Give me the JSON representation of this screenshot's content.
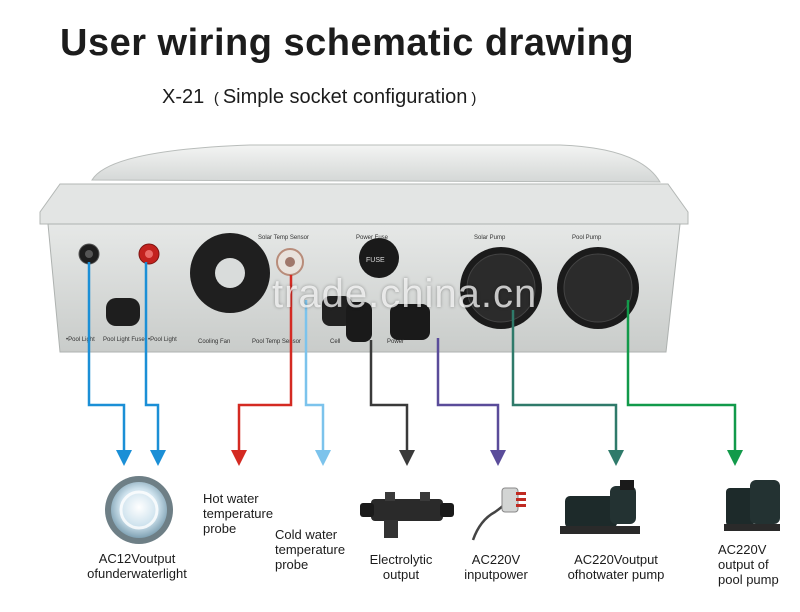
{
  "title": "User wiring schematic drawing",
  "subtitle": {
    "model": "X-21",
    "open_paren": "(",
    "text": "Simple socket configuration",
    "close_paren": ")"
  },
  "panel_labels": {
    "solar_temp_sensor": "Solar Temp Sensor",
    "power_fuse": "Power Fuse",
    "solar_pump": "Solar Pump",
    "pool_pump": "Pool Pump",
    "pool_light_1": "•Pool Light",
    "pool_light_fuse": "Pool Light Fuse",
    "pool_light_2": "•Pool Light",
    "cooling_fan": "Cooling Fan",
    "pool_temp_sensor": "Pool Temp Sensor",
    "cell": "Cell",
    "power": "Power",
    "fuse": "FUSE"
  },
  "watermark": "trade.china.cn",
  "captions": {
    "underwater_light": [
      "AC12Voutput",
      "ofunderwaterlight"
    ],
    "hot_water_probe": [
      "Hot water",
      "temperature",
      "probe"
    ],
    "cold_water_probe": [
      "Cold water",
      "temperature",
      "probe"
    ],
    "electrolytic": [
      "Electrolytic",
      "output"
    ],
    "input_power": [
      "AC220V",
      "inputpower"
    ],
    "hot_water_pump": [
      "AC220Voutput",
      "ofhotwater pump"
    ],
    "pool_pump": [
      "AC220V",
      "output of",
      "pool pump"
    ]
  },
  "wire_colors": {
    "blue": "#1b8fd6",
    "red": "#d42a22",
    "light_blue": "#7cc3ec",
    "dark_gray": "#3a3a3a",
    "purple": "#5a4c9a",
    "teal": "#2f7a6a",
    "green": "#129a4a"
  }
}
